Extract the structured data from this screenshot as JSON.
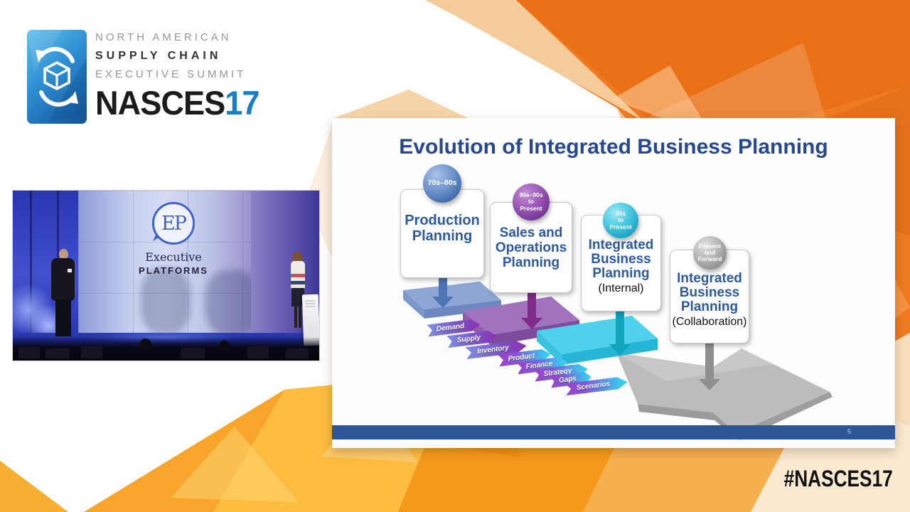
{
  "branding": {
    "logo_lines": [
      "NORTH AMERICAN",
      "SUPPLY CHAIN",
      "EXECUTIVE SUMMIT"
    ],
    "logo_name": "NASCES",
    "logo_year": "17",
    "hashtag": "#NASCES17"
  },
  "stage_video": {
    "backdrop_logo_initials": "EP",
    "backdrop_name_line1": "Executive",
    "backdrop_name_line2": "PLATFORMS"
  },
  "slide": {
    "title": "Evolution of Integrated Business Planning",
    "page_number": "5",
    "stages": [
      {
        "era_lines": [
          "70s–80s"
        ],
        "title": "Production Planning",
        "qualifier": ""
      },
      {
        "era_lines": [
          "80s–90s",
          "to",
          "Present"
        ],
        "title": "Sales and Operations Planning",
        "qualifier": ""
      },
      {
        "era_lines": [
          "90s",
          "to",
          "Present"
        ],
        "title": "Integrated Business Planning",
        "qualifier": "(Internal)"
      },
      {
        "era_lines": [
          "Present",
          "and",
          "Forward"
        ],
        "title": "Integrated Business Planning",
        "qualifier": "(Collaboration)"
      }
    ],
    "flow_tags": [
      "Demand",
      "Supply",
      "Inventory",
      "Product",
      "Finance",
      "Strategy",
      "Gaps",
      "Scenarios"
    ]
  },
  "colors": {
    "title_blue": "#27488f",
    "footer_bar": "#2e5595",
    "logo_year_blue": "#1a7ec4",
    "background_orange": "#f08023",
    "sphere_blue": "#3f66a8",
    "sphere_purple": "#6f3390",
    "sphere_teal": "#17a0c2",
    "sphere_gray": "#8d8d8d"
  }
}
